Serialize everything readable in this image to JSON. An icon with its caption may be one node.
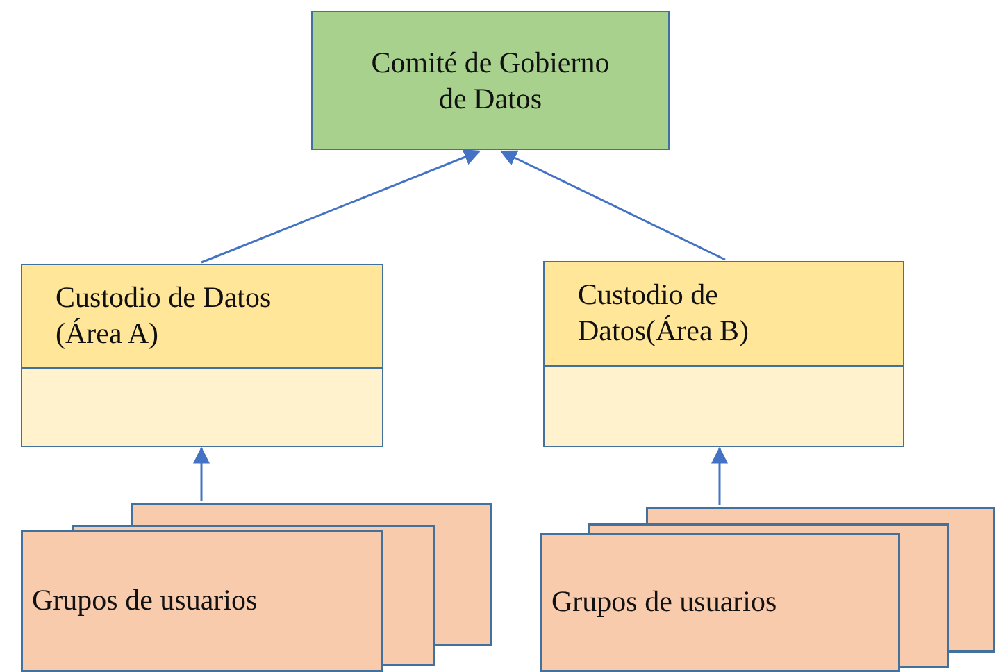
{
  "diagram": {
    "nodes": [
      {
        "text": [
          "Comité de Gobierno de Datos"
        ]
      },
      {
        "text": [
          "Custodio de Datos (Área A)"
        ]
      },
      {
        "text": [
          "Custodio de Datos(Área B)"
        ]
      },
      {
        "text": [
          "Grupos de usuarios"
        ]
      },
      {
        "text": [
          "Grupos de usuarios"
        ]
      }
    ],
    "edges": [
      {
        "from": 1,
        "to": 0,
        "arrow": "to"
      },
      {
        "from": 2,
        "to": 0,
        "arrow": "to"
      },
      {
        "from": 3,
        "to": 1,
        "arrow": "to"
      },
      {
        "from": 4,
        "to": 2,
        "arrow": "to"
      }
    ]
  }
}
